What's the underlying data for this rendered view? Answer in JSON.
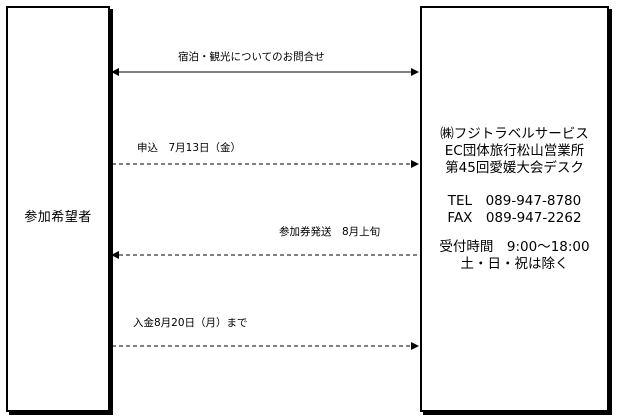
{
  "participant": {
    "label": "参加希望者"
  },
  "organizer": {
    "line1": "㈱フジトラベルサービス",
    "line2": "EC団体旅行松山営業所",
    "line3": "第45回愛媛大会デスク",
    "tel": "TEL　089-947-8780",
    "fax": "FAX　089-947-2262",
    "hours": "受付時間　9:00～18:00",
    "closed": "土・日・祝は除く"
  },
  "flows": {
    "inquiry": {
      "label": "宿泊・観光についてのお問合せ",
      "direction": "both",
      "style": "solid"
    },
    "application": {
      "label": "申込　7月13日（金）",
      "direction": "to-organizer",
      "style": "dashed"
    },
    "ticket": {
      "label": "参加券発送　8月上旬",
      "direction": "to-participant",
      "style": "dashed"
    },
    "payment": {
      "label": "入金8月20日（月）まで",
      "direction": "to-organizer",
      "style": "dashed"
    }
  }
}
